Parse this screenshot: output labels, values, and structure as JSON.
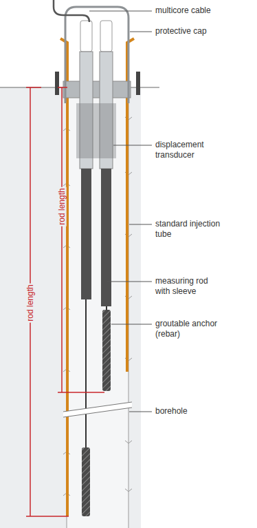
{
  "diagram": {
    "labels": [
      "multicore cable",
      "protective cap",
      "displacement transducer",
      "standard injection tube",
      "measuring rod with sleeve",
      "groutable anchor (rebar)",
      "borehole",
      "rod length",
      "rod length"
    ]
  }
}
